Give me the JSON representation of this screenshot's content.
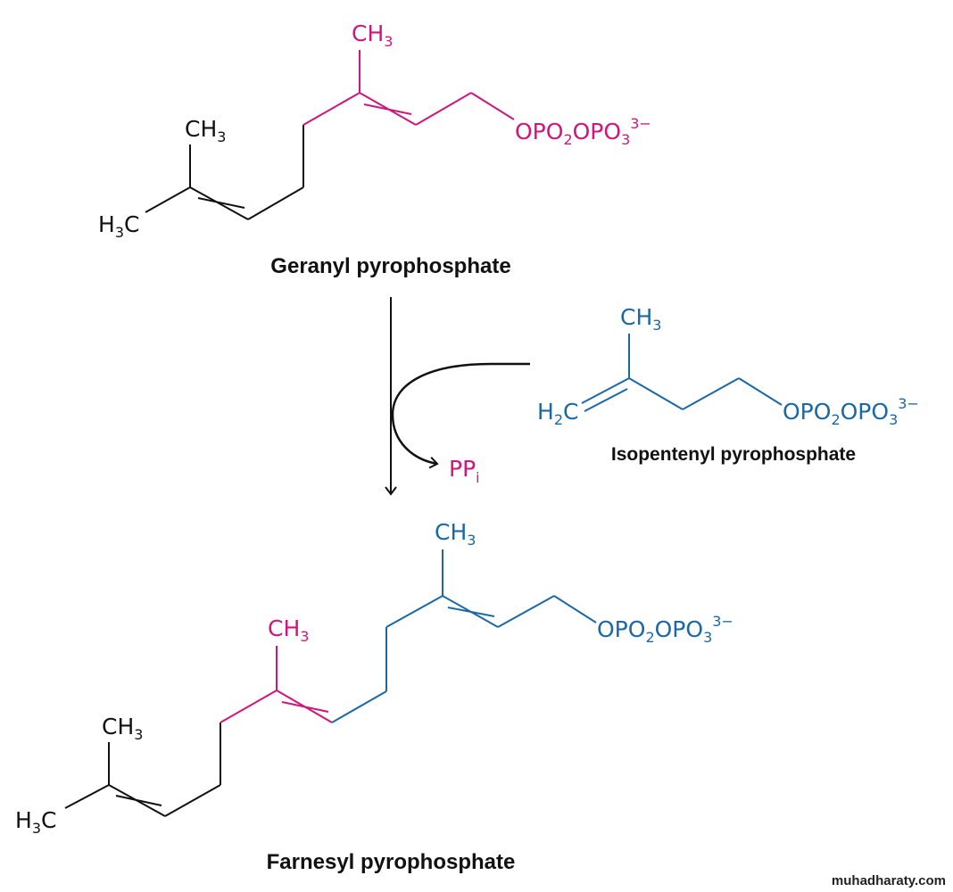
{
  "colors": {
    "geranyl_unit": "#d0157c",
    "isopentenyl_unit": "#1a68a6",
    "base": "#111111"
  },
  "geranyl": {
    "caption": "Geranyl pyrophosphate",
    "methyl_left": {
      "main": "CH",
      "sub": "3"
    },
    "methyl_end": {
      "pre": "H",
      "sub": "3",
      "post": "C"
    },
    "methyl_top": {
      "main": "CH",
      "sub": "3"
    },
    "phosphate": {
      "a": "OPO",
      "s1": "2",
      "b": "OPO",
      "s2": "3",
      "charge": "3−"
    }
  },
  "isopentenyl": {
    "caption": "Isopentenyl pyrophosphate",
    "methyl_top": {
      "main": "CH",
      "sub": "3"
    },
    "methylene": {
      "pre": "H",
      "sub": "2",
      "post": "C"
    },
    "phosphate": {
      "a": "OPO",
      "s1": "2",
      "b": "OPO",
      "s2": "3",
      "charge": "3−"
    }
  },
  "byproduct": {
    "main": "PP",
    "sub": "i"
  },
  "farnesyl": {
    "caption": "Farnesyl pyrophosphate",
    "methyl_left": {
      "main": "CH",
      "sub": "3"
    },
    "methyl_end": {
      "pre": "H",
      "sub": "3",
      "post": "C"
    },
    "methyl_mid": {
      "main": "CH",
      "sub": "3"
    },
    "methyl_top": {
      "main": "CH",
      "sub": "3"
    },
    "phosphate": {
      "a": "OPO",
      "s1": "2",
      "b": "OPO",
      "s2": "3",
      "charge": "3−"
    }
  },
  "watermark": "muhadharaty.com"
}
